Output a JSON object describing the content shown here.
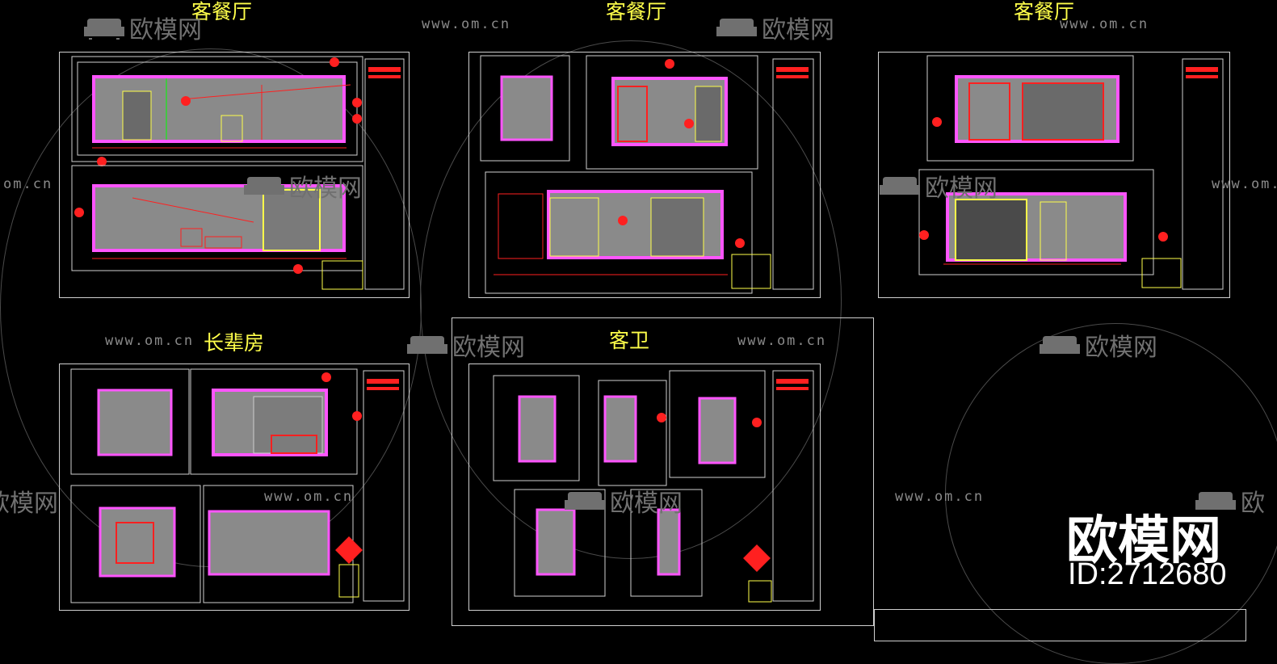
{
  "titles": {
    "living_dining_1": "客餐厅",
    "living_dining_2": "客餐厅",
    "living_dining_3": "客餐厅",
    "elder_room": "长辈房",
    "guest_bath": "客卫"
  },
  "watermark": {
    "url": "www.om.cn",
    "url_cut_left": "om.cn",
    "brand": "欧模网",
    "brand_cut_left": "欧模网",
    "brand_cut_right": "欧"
  },
  "brand_overlay": {
    "name": "欧模网",
    "id_text": "ID:2712680"
  },
  "colors": {
    "background": "#000000",
    "title": "#ffff4a",
    "wall": "#ff55ff",
    "dimension": "#ff2020",
    "annotation": "#00ff00",
    "fill": "#8a8a8a",
    "frame": "#cfcfcf"
  },
  "icons": {
    "watermark_logo": "sofa-icon",
    "section_marker": "diamond-marker-icon"
  }
}
